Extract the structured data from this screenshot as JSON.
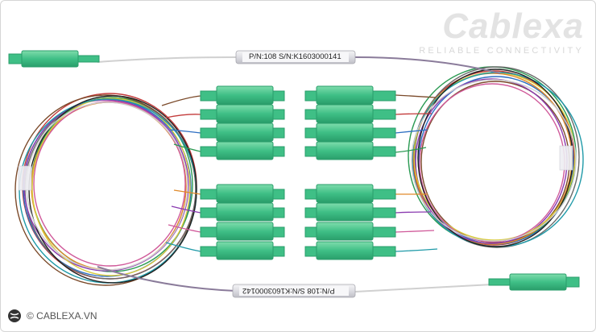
{
  "watermark": {
    "brand": "Cablexa",
    "tagline": "RELIABLE CONNECTIVITY"
  },
  "labels": {
    "top": "P/N:108 S/N:K1603000141",
    "bottom": "P/N:108 S/N:K1603000142"
  },
  "footer": {
    "copyright": "© CABLEXA.VN"
  },
  "colors": {
    "connector_green": "#3fbf86",
    "connector_dark": "#2a9e6b",
    "housing": "#e8e8ec"
  }
}
